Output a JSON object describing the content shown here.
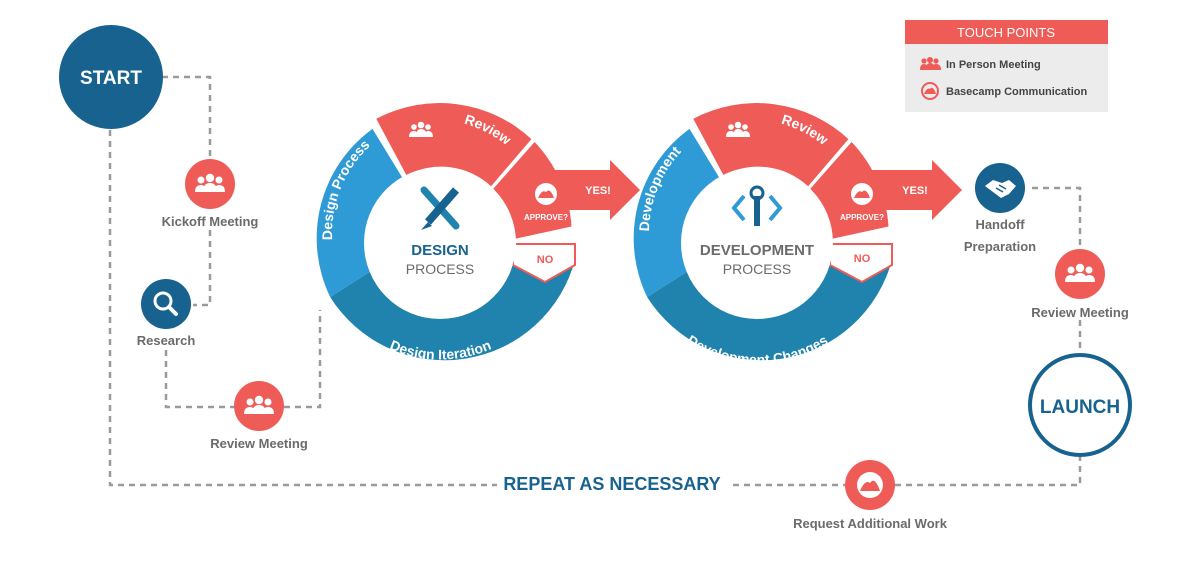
{
  "colors": {
    "coral": "#ef5b57",
    "navy": "#17628f",
    "sky": "#2e9ad6",
    "teal": "#1f83ad",
    "gray_text": "#6b6b6b",
    "dash": "#9a9a9a",
    "legend_bg": "#ececec"
  },
  "nodes": {
    "start": "START",
    "kickoff": "Kickoff Meeting",
    "research": "Research",
    "review_meeting_left": "Review Meeting",
    "handoff_line1": "Handoff",
    "handoff_line2": "Preparation",
    "review_meeting_right": "Review Meeting",
    "launch": "LAUNCH",
    "repeat": "REPEAT AS NECESSARY",
    "request": "Request Additional Work"
  },
  "design_cycle": {
    "title": "DESIGN",
    "subtitle": "PROCESS",
    "seg_process": "Design Process",
    "seg_review": "Review",
    "seg_iteration": "Design Iteration",
    "approve": "APPROVE?",
    "yes": "YES!",
    "no": "NO"
  },
  "dev_cycle": {
    "title": "DEVELOPMENT",
    "subtitle": "PROCESS",
    "seg_process": "Development",
    "seg_review": "Review",
    "seg_iteration": "Development Changes",
    "approve": "APPROVE?",
    "yes": "YES!",
    "no": "NO"
  },
  "legend": {
    "title": "TOUCH POINTS",
    "item1": "In Person Meeting",
    "item2": "Basecamp Communication"
  },
  "icons": {
    "people": "people-icon",
    "basecamp": "basecamp-icon",
    "search": "magnifier-icon",
    "handshake": "handshake-icon",
    "pencil": "pencil-ruler-icon",
    "code": "code-wrench-icon"
  }
}
